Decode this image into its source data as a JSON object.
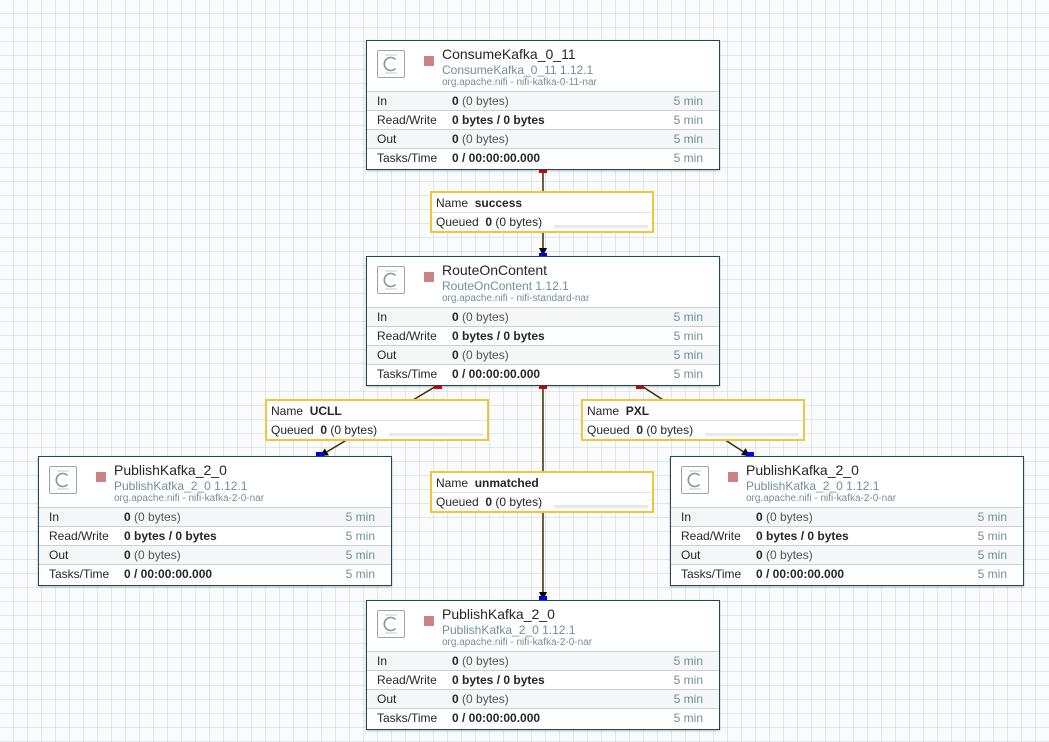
{
  "processors": [
    {
      "id": "consume",
      "name": "ConsumeKafka_0_11",
      "type": "ConsumeKafka_0_11 1.12.1",
      "bundle": "org.apache.nifi - nifi-kafka-0-11-nar",
      "icon": "processor-icon",
      "stats": {
        "in_label": "In",
        "in_count": "0",
        "in_size": "(0 bytes)",
        "in_window": "5 min",
        "rw_label": "Read/Write",
        "rw_value": "0 bytes / 0 bytes",
        "rw_window": "5 min",
        "out_label": "Out",
        "out_count": "0",
        "out_size": "(0 bytes)",
        "out_window": "5 min",
        "tasks_label": "Tasks/Time",
        "tasks_value": "0 / 00:00:00.000",
        "tasks_window": "5 min"
      }
    },
    {
      "id": "route",
      "name": "RouteOnContent",
      "type": "RouteOnContent 1.12.1",
      "bundle": "org.apache.nifi - nifi-standard-nar",
      "icon": "processor-icon",
      "stats": {
        "in_label": "In",
        "in_count": "0",
        "in_size": "(0 bytes)",
        "in_window": "5 min",
        "rw_label": "Read/Write",
        "rw_value": "0 bytes / 0 bytes",
        "rw_window": "5 min",
        "out_label": "Out",
        "out_count": "0",
        "out_size": "(0 bytes)",
        "out_window": "5 min",
        "tasks_label": "Tasks/Time",
        "tasks_value": "0 / 00:00:00.000",
        "tasks_window": "5 min"
      }
    },
    {
      "id": "publish_left",
      "name": "PublishKafka_2_0",
      "type": "PublishKafka_2_0 1.12.1",
      "bundle": "org.apache.nifi - nifi-kafka-2-0-nar",
      "icon": "processor-icon",
      "stats": {
        "in_label": "In",
        "in_count": "0",
        "in_size": "(0 bytes)",
        "in_window": "5 min",
        "rw_label": "Read/Write",
        "rw_value": "0 bytes / 0 bytes",
        "rw_window": "5 min",
        "out_label": "Out",
        "out_count": "0",
        "out_size": "(0 bytes)",
        "out_window": "5 min",
        "tasks_label": "Tasks/Time",
        "tasks_value": "0 / 00:00:00.000",
        "tasks_window": "5 min"
      }
    },
    {
      "id": "publish_right",
      "name": "PublishKafka_2_0",
      "type": "PublishKafka_2_0 1.12.1",
      "bundle": "org.apache.nifi - nifi-kafka-2-0-nar",
      "icon": "processor-icon",
      "stats": {
        "in_label": "In",
        "in_count": "0",
        "in_size": "(0 bytes)",
        "in_window": "5 min",
        "rw_label": "Read/Write",
        "rw_value": "0 bytes / 0 bytes",
        "rw_window": "5 min",
        "out_label": "Out",
        "out_count": "0",
        "out_size": "(0 bytes)",
        "out_window": "5 min",
        "tasks_label": "Tasks/Time",
        "tasks_value": "0 / 00:00:00.000",
        "tasks_window": "5 min"
      }
    },
    {
      "id": "publish_bottom",
      "name": "PublishKafka_2_0",
      "type": "PublishKafka_2_0 1.12.1",
      "bundle": "org.apache.nifi - nifi-kafka-2-0-nar",
      "icon": "processor-icon",
      "stats": {
        "in_label": "In",
        "in_count": "0",
        "in_size": "(0 bytes)",
        "in_window": "5 min",
        "rw_label": "Read/Write",
        "rw_value": "0 bytes / 0 bytes",
        "rw_window": "5 min",
        "out_label": "Out",
        "out_count": "0",
        "out_size": "(0 bytes)",
        "out_window": "5 min",
        "tasks_label": "Tasks/Time",
        "tasks_value": "0 / 00:00:00.000",
        "tasks_window": "5 min"
      }
    }
  ],
  "connections": [
    {
      "id": "success",
      "name_label": "Name",
      "name": "success",
      "queued_label": "Queued",
      "queued_count": "0",
      "queued_size": "(0 bytes)"
    },
    {
      "id": "ucll",
      "name_label": "Name",
      "name": "UCLL",
      "queued_label": "Queued",
      "queued_count": "0",
      "queued_size": "(0 bytes)"
    },
    {
      "id": "pxl",
      "name_label": "Name",
      "name": "PXL",
      "queued_label": "Queued",
      "queued_count": "0",
      "queued_size": "(0 bytes)"
    },
    {
      "id": "unmatched",
      "name_label": "Name",
      "name": "unmatched",
      "queued_label": "Queued",
      "queued_count": "0",
      "queued_size": "(0 bytes)"
    }
  ],
  "colors": {
    "canvas_bg": "#fafbfc",
    "processor_border": "#1e4a57",
    "connection_border": "#f0c63e",
    "connection_line": "#000000",
    "source_port": "#e60000",
    "dest_port": "#0000e6",
    "stopped_status": "#ce8383",
    "secondary_text": "#728e9b"
  }
}
